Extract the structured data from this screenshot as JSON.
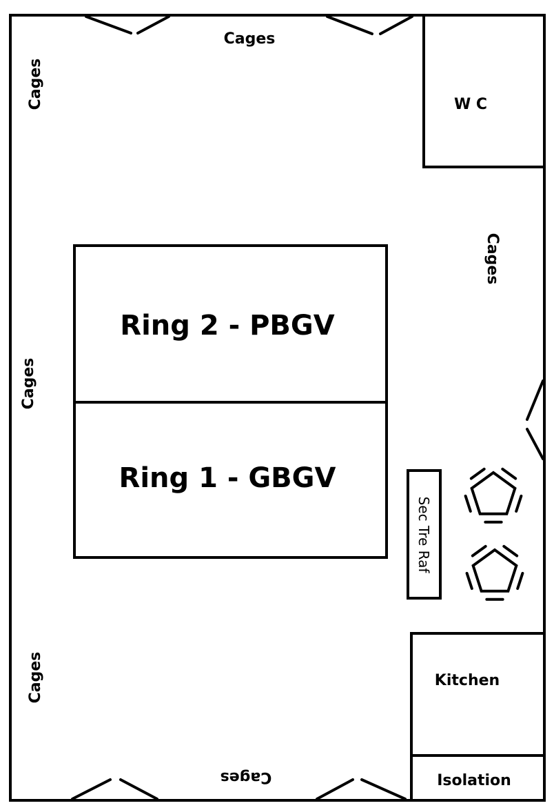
{
  "title": "Floor plan",
  "labels": {
    "cages_top": "Cages",
    "cages_left_upper": "Cages",
    "cages_left_middle": "Cages",
    "cages_left_lower": "Cages",
    "cages_right": "Cages",
    "cages_bottom": "Cages",
    "wc": "W C",
    "ring2": "Ring 2 - PBGV",
    "ring1": "Ring 1 - GBGV",
    "secretary_table": "Sec Tre Raf",
    "kitchen": "Kitchen",
    "isolation": "Isolation"
  },
  "colors": {
    "line": "#000000",
    "background": "#ffffff"
  }
}
